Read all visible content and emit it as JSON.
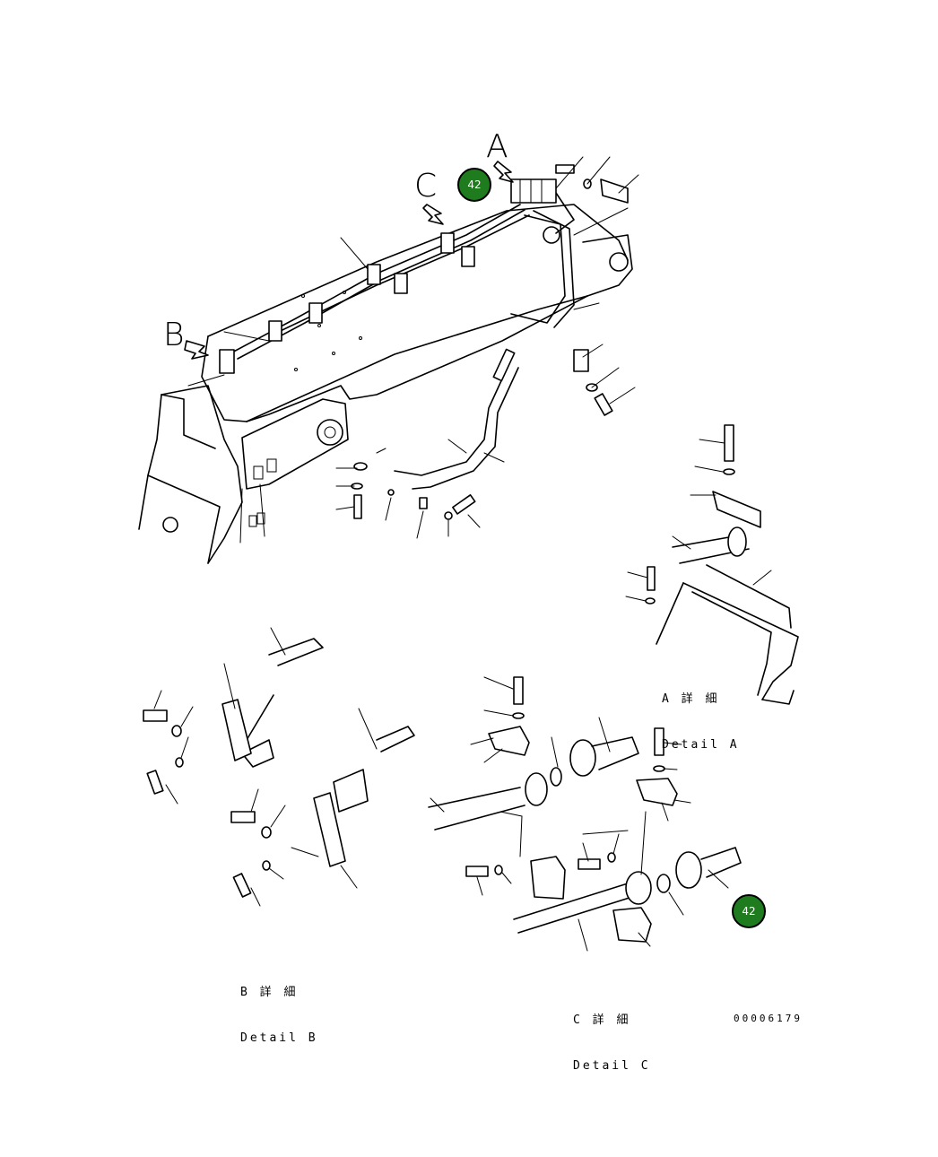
{
  "view_letters": {
    "a": "A",
    "b": "B",
    "c": "C"
  },
  "details": {
    "a": {
      "jp": "A 詳 細",
      "en": "Detail A"
    },
    "b": {
      "jp": "B 詳 細",
      "en": "Detail B"
    },
    "c": {
      "jp": "C 詳 細",
      "en": "Detail C"
    }
  },
  "callouts": [
    {
      "label": "42"
    },
    {
      "label": "42"
    }
  ],
  "drawing_number": "00006179",
  "colors": {
    "callout_fill": "#1e7b1e",
    "line": "#000000",
    "background": "#ffffff"
  }
}
